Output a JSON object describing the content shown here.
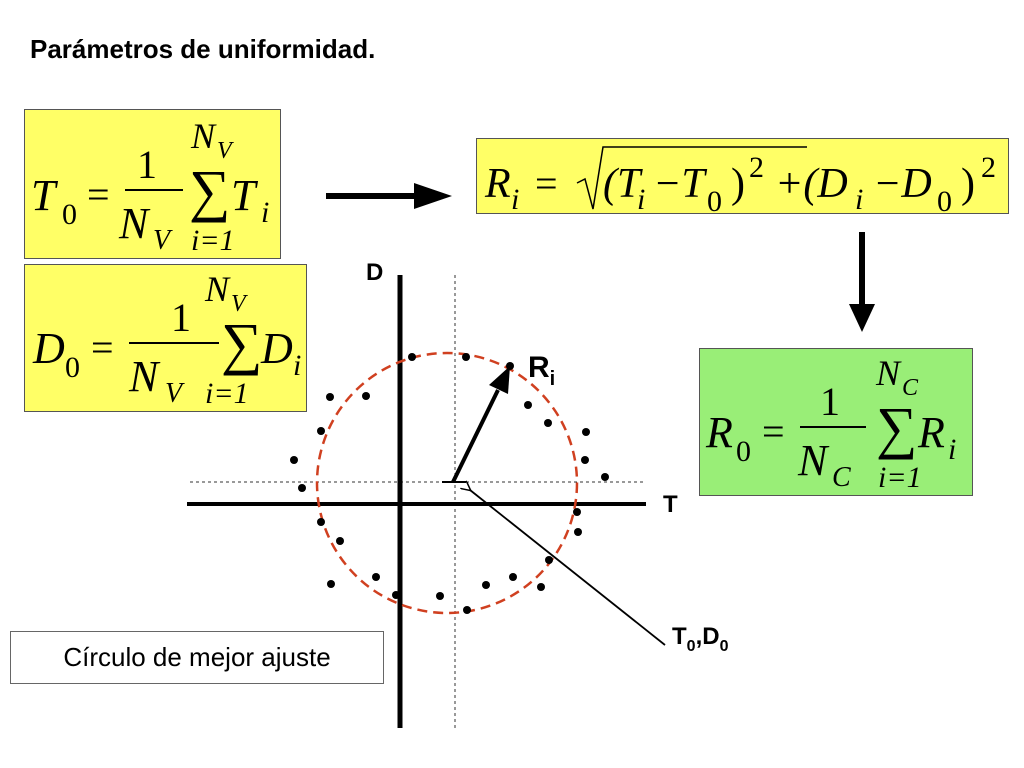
{
  "title": "Parámetros de uniformidad.",
  "colors": {
    "yellow_box": "#ffff66",
    "green_box": "#99ee77",
    "circle": "#d04020",
    "axis": "#000000"
  },
  "formulas": {
    "t0": {
      "lhs": "T",
      "lhs_sub": "0",
      "eq": "=",
      "num": "1",
      "den": "N",
      "den_sub": "V",
      "sum_top": "N",
      "sum_top_sub": "V",
      "sum_bot": "i=1",
      "term": "T",
      "term_sub": "i"
    },
    "d0": {
      "lhs": "D",
      "lhs_sub": "0",
      "eq": "=",
      "num": "1",
      "den": "N",
      "den_sub": "V",
      "sum_top": "N",
      "sum_top_sub": "V",
      "sum_bot": "i=1",
      "term": "D",
      "term_sub": "i"
    },
    "ri": {
      "lhs": "R",
      "lhs_sub": "i",
      "eq": "=",
      "open1": "(T",
      "sub_i1": "i",
      "minus1": "−T",
      "sub_01": "0",
      "close1": ")",
      "pow1": "2",
      "plus": "+(D",
      "sub_i2": "i",
      "minus2": "−D",
      "sub_02": "0",
      "close2": ")",
      "pow2": "2"
    },
    "r0": {
      "lhs": "R",
      "lhs_sub": "0",
      "eq": "=",
      "num": "1",
      "den": "N",
      "den_sub": "C",
      "sum_top": "N",
      "sum_top_sub": "C",
      "sum_bot": "i=1",
      "term": "R",
      "term_sub": "i"
    }
  },
  "diagram": {
    "axis_d_label": "D",
    "axis_t_label": "T",
    "radius_label": "R",
    "radius_label_sub": "i",
    "center_label_t": "T",
    "center_label_t_sub": "0",
    "center_label_sep": ",D",
    "center_label_d_sub": "0"
  },
  "caption": "Círculo de mejor ajuste"
}
